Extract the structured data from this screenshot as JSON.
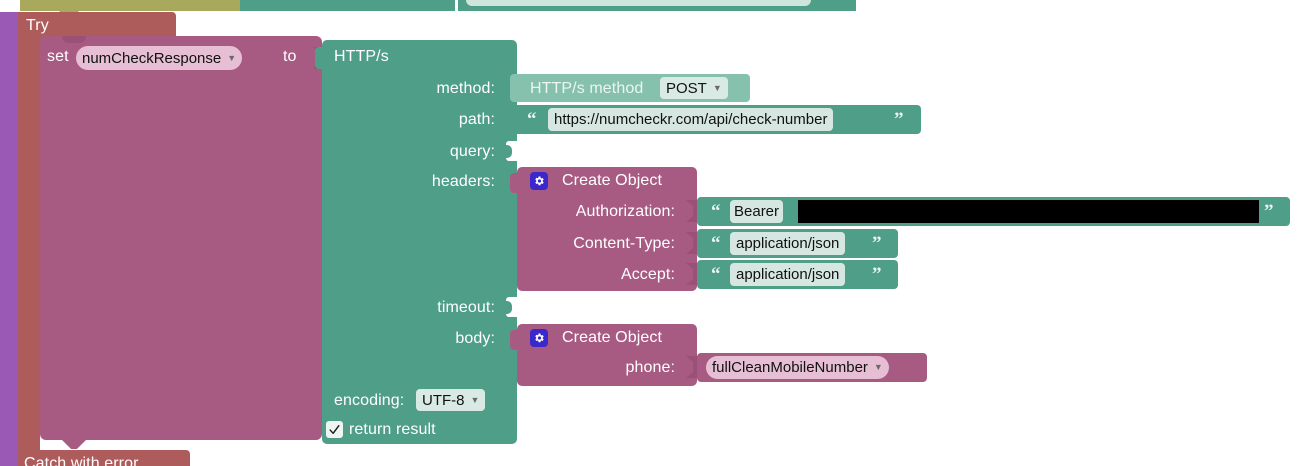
{
  "workspace": {
    "background": "#ffffff",
    "palette": {
      "green": "#4f9e88",
      "green_dark": "#47917c",
      "mauve": "#a85b82",
      "mauve_dark": "#9b5177",
      "red": "#ad5b5b",
      "olive": "#a9a95e",
      "purple": "#9b59b6",
      "field_light": "#cfe4dd",
      "field_variable": "#e7bfd4",
      "gear_badge": "#3b28cc",
      "redaction": "#000000"
    }
  },
  "blocks": {
    "partial_top_olive": {
      "label": ""
    },
    "partial_top_green": {
      "label": ""
    },
    "try_catch": {
      "try_label": "Try",
      "catch_label": "Catch with error"
    },
    "set_statement": {
      "set_label": "set",
      "variable": "numCheckResponse",
      "to_label": "to",
      "dropdown_caret": "▼"
    },
    "http": {
      "title": "HTTP/s",
      "rows": [
        {
          "label": "method:"
        },
        {
          "label": "path:"
        },
        {
          "label": "query:"
        },
        {
          "label": "headers:"
        },
        {
          "label": "timeout:"
        },
        {
          "label": "body:"
        }
      ],
      "method_value": {
        "prefix": "HTTP/s method",
        "value": "POST",
        "dropdown_caret": "▼"
      },
      "path_value": {
        "open_quote": "“",
        "text": "https://numcheckr.com/api/check-number",
        "close_quote": "”"
      },
      "encoding": {
        "label": "encoding:",
        "value": "UTF-8",
        "dropdown_caret": "▼"
      },
      "return_result": {
        "label": "return result",
        "checked": true
      }
    },
    "headers_object": {
      "title": "Create Object",
      "icon": "gear-icon",
      "entries": [
        {
          "key": "Authorization:",
          "open_quote": "“",
          "text": "Bearer",
          "redacted": true,
          "close_quote": "”"
        },
        {
          "key": "Content-Type:",
          "open_quote": "“",
          "text": "application/json",
          "redacted": false,
          "close_quote": "”"
        },
        {
          "key": "Accept:",
          "open_quote": "“",
          "text": "application/json",
          "redacted": false,
          "close_quote": "”"
        }
      ]
    },
    "body_object": {
      "title": "Create Object",
      "icon": "gear-icon",
      "entries": [
        {
          "key": "phone:",
          "variable": "fullCleanMobileNumber",
          "dropdown_caret": "▼"
        }
      ]
    }
  }
}
